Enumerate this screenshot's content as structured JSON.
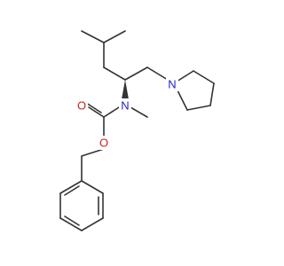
{
  "molecule": {
    "atoms": [
      {
        "id": "n_pyrrolidine",
        "symbol": "N",
        "element": "nitrogen"
      },
      {
        "id": "n_carbamate",
        "symbol": "N",
        "element": "nitrogen"
      },
      {
        "id": "o_carbonyl",
        "symbol": "O",
        "element": "oxygen"
      },
      {
        "id": "o_ester",
        "symbol": "O",
        "element": "oxygen"
      }
    ],
    "colors": {
      "bond": "#333333",
      "nitrogen": "#2020c8",
      "oxygen": "#cc2020",
      "background": "#ffffff"
    }
  }
}
